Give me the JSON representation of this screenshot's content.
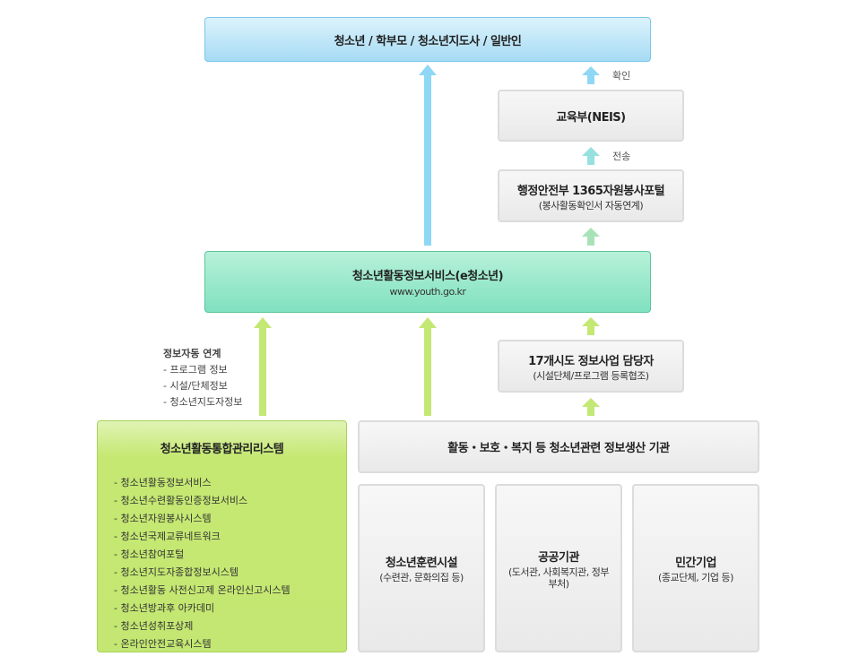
{
  "top": {
    "title": "청소년 / 학부모 / 청소년지도사 / 일반인"
  },
  "neis": {
    "title": "교육부(NEIS)",
    "confirm_label": "확인"
  },
  "mois": {
    "title": "행정안전부 1365자원봉사포털",
    "subtitle": "(봉사활동확인서 자동연계)",
    "send_label": "전송"
  },
  "eyouth": {
    "title": "청소년활동정보서비스(e청소년)",
    "url": "www.youth.go.kr"
  },
  "city": {
    "title": "17개시도 정보사업 담당자",
    "subtitle": "(시설단체/프로그램 등록협조)"
  },
  "link": {
    "title": "정보자동 연계",
    "items": [
      "- 프로그램 정보",
      "- 시설/단체정보",
      "- 청소년지도자정보"
    ]
  },
  "system": {
    "title": "청소년활동통합관리리스템",
    "items": [
      "-  청소년활동정보서비스",
      "-  청소년수련활동인증정보서비스",
      "-  청소년자원봉사시스템",
      "-  청소년국제교류네트워크",
      "-  청소년참여포털",
      "-  청소년지도자종합정보시스템",
      "-  청소년활동 사전신고제 온라인신고시스템",
      "-  청소년방과후 아카데미",
      "-  청소년성취포상제",
      "-  온라인안전교육시스템"
    ]
  },
  "producers": {
    "title": "활동・보호・복지 등 청소년관련 정보생산 기관",
    "items": [
      {
        "title": "청소년훈련시설",
        "subtitle": "(수련관, 문화의집 등)"
      },
      {
        "title": "공공기관",
        "subtitle": "(도서관, 사회복지관, 정부부처)"
      },
      {
        "title": "민간기업",
        "subtitle": "(종교단체, 기업 등)"
      }
    ]
  },
  "colors": {
    "blue_arrow": "#8fd8f5",
    "green_arrow": "#c3e874",
    "mint_arrow": "#9fe3b8"
  }
}
